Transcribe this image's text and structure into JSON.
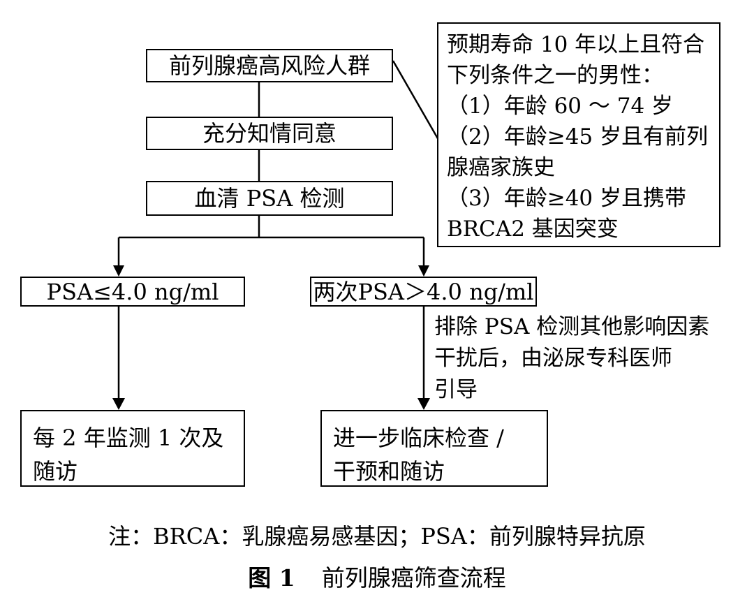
{
  "diagram": {
    "start": "前列腺癌高风险人群",
    "consent": "充分知情同意",
    "test": "血清 PSA 检测",
    "criteria": [
      "预期寿命 10 年以上且符合",
      "下列条件之一的男性：",
      "（1）年龄 60 ～ 74 岁",
      "（2）年龄≥45 岁且有前列",
      "腺癌家族史",
      "（3）年龄≥40 岁且携带",
      "BRCA2 基因突变"
    ],
    "branch_low": "PSA≤4.0 ng/ml",
    "branch_high": "两次PSA＞4.0 ng/ml",
    "branch_high_note": [
      "排除 PSA 检测其他影响因素",
      "干扰后，由泌尿专科医师",
      "引导"
    ],
    "outcome_low": [
      "每 2 年监测 1 次及",
      "随访"
    ],
    "outcome_high": [
      "进一步临床检查 /",
      "干预和随访"
    ]
  },
  "footnote": "注：BRCA：乳腺癌易感基因；PSA：前列腺特异抗原",
  "caption": {
    "number": "图 1",
    "title": "前列腺癌筛查流程"
  }
}
